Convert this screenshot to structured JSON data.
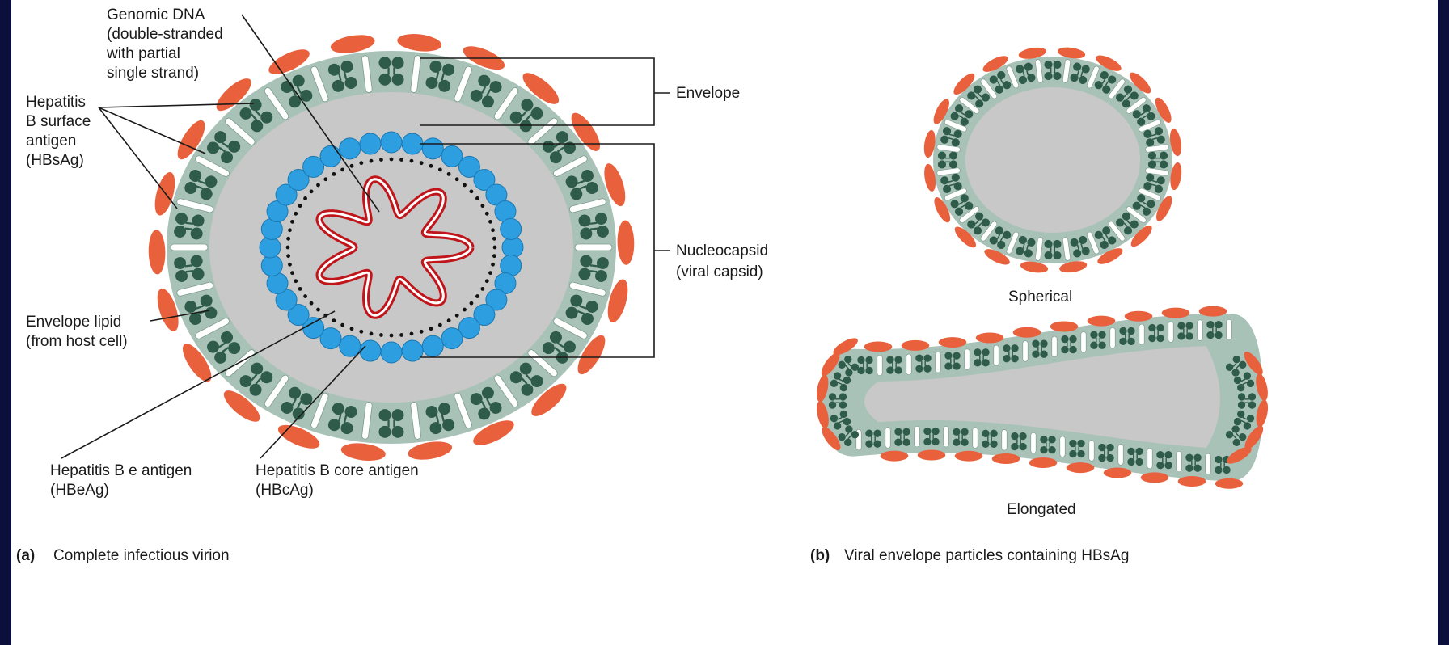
{
  "colors": {
    "background_frame": "#0a0f3c",
    "panel": "#ffffff",
    "core_gray": "#c8c8c8",
    "envelope_band": "#a9c2b8",
    "protein_dark_green": "#2e5b4a",
    "surface_antigen_orange": "#e8603c",
    "capsid_blue": "#2d9fe0",
    "dna_red": "#c0161b"
  },
  "labels": {
    "genomic_dna": [
      "Genomic DNA",
      "(double-stranded",
      "with partial",
      "single strand)"
    ],
    "surface_antigen": [
      "Hepatitis",
      "B surface",
      "antigen",
      "(HBsAg)"
    ],
    "envelope": "Envelope",
    "nucleocapsid": [
      "Nucleocapsid",
      "(viral capsid)"
    ],
    "envelope_lipid": [
      "Envelope lipid",
      "(from host cell)"
    ],
    "e_antigen": [
      "Hepatitis B e antigen",
      "(HBeAg)"
    ],
    "core_antigen": [
      "Hepatitis B core antigen",
      "(HBcAg)"
    ],
    "spherical": "Spherical",
    "elongated": "Elongated"
  },
  "captions": {
    "a_letter": "(a)",
    "a_text": "Complete infectious virion",
    "b_letter": "(b)",
    "b_text": "Viral envelope particles containing HBsAg"
  },
  "icons": [
    "virion-diagram",
    "spherical-particle-diagram",
    "elongated-particle-diagram"
  ]
}
